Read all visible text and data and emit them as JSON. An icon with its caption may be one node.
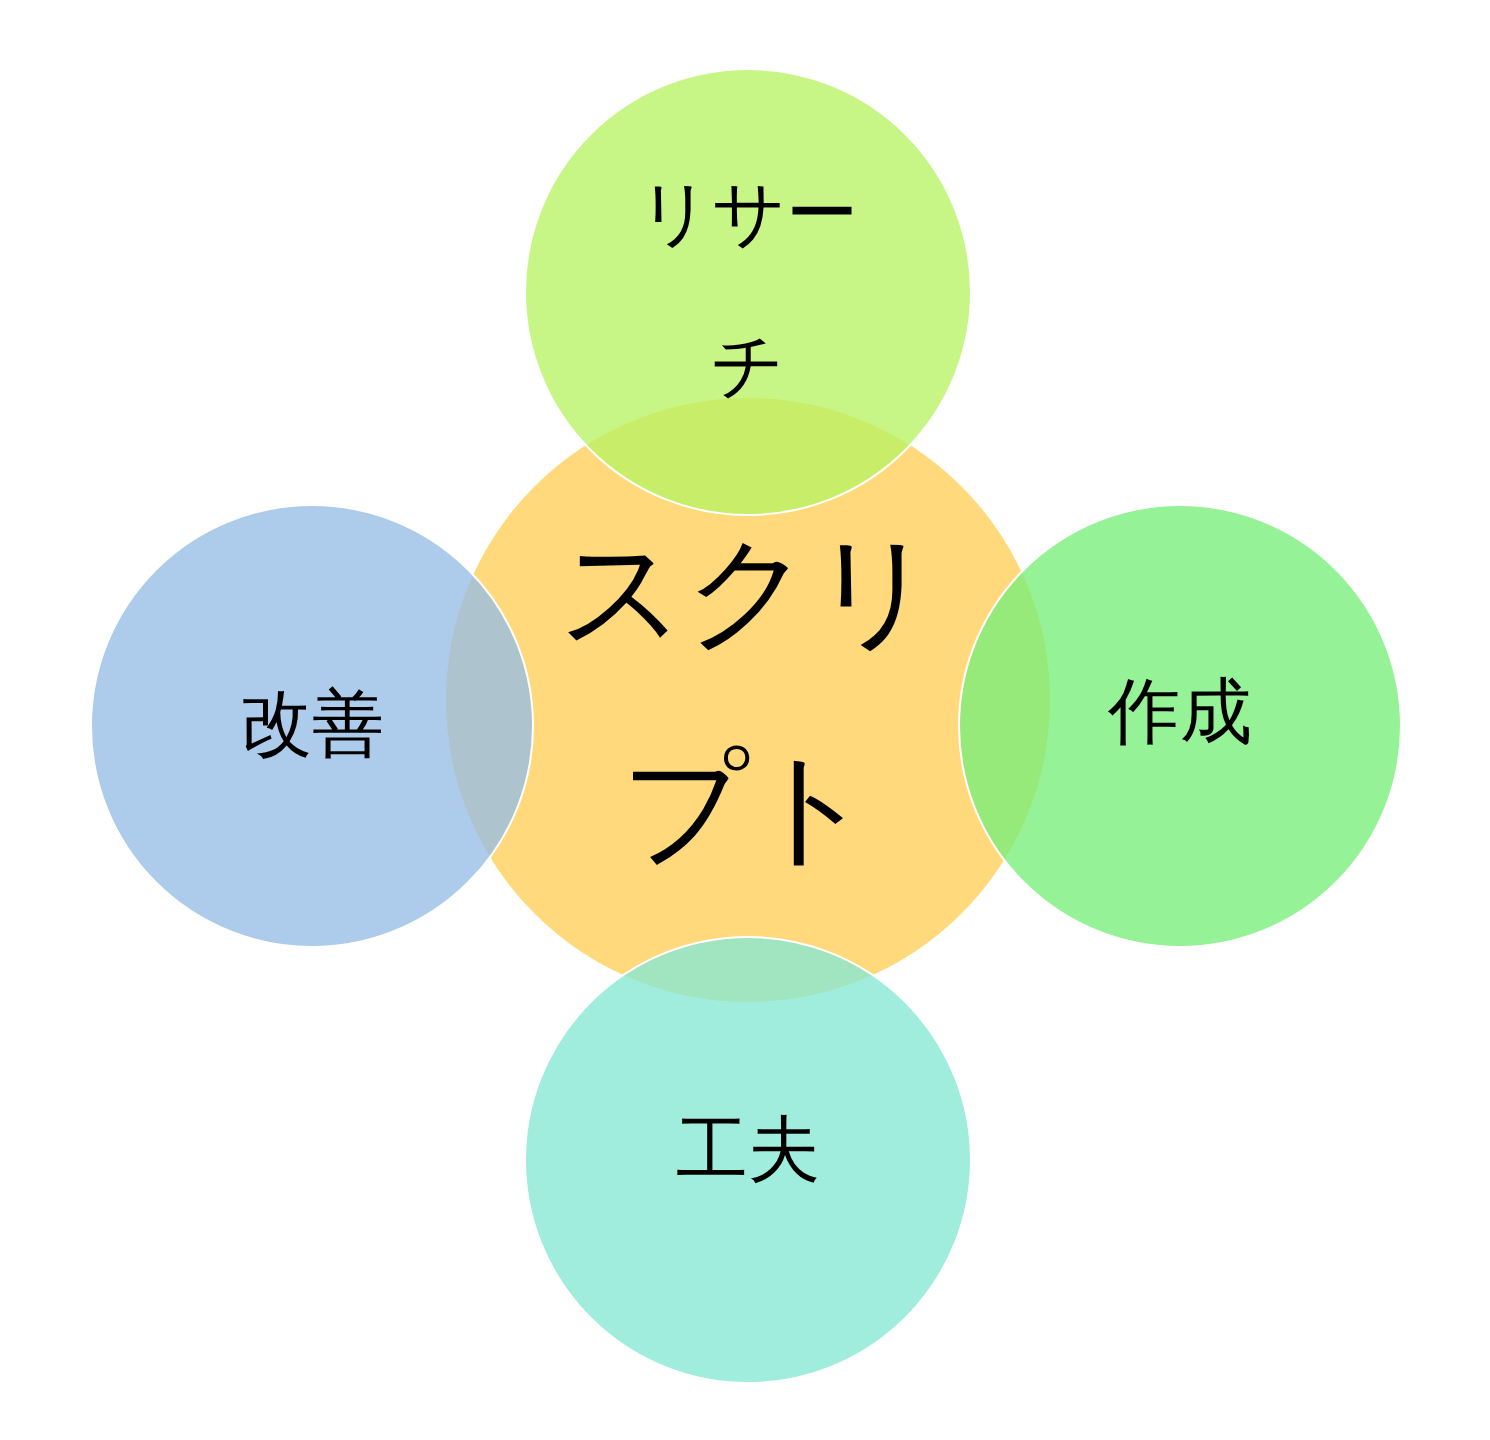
{
  "diagram": {
    "nodes": [
      {
        "text": [
          "スクリプト"
        ]
      },
      {
        "text": [
          "リサーチ"
        ]
      },
      {
        "text": [
          "改善"
        ]
      },
      {
        "text": [
          "作成"
        ]
      },
      {
        "text": [
          "工夫"
        ]
      }
    ]
  }
}
